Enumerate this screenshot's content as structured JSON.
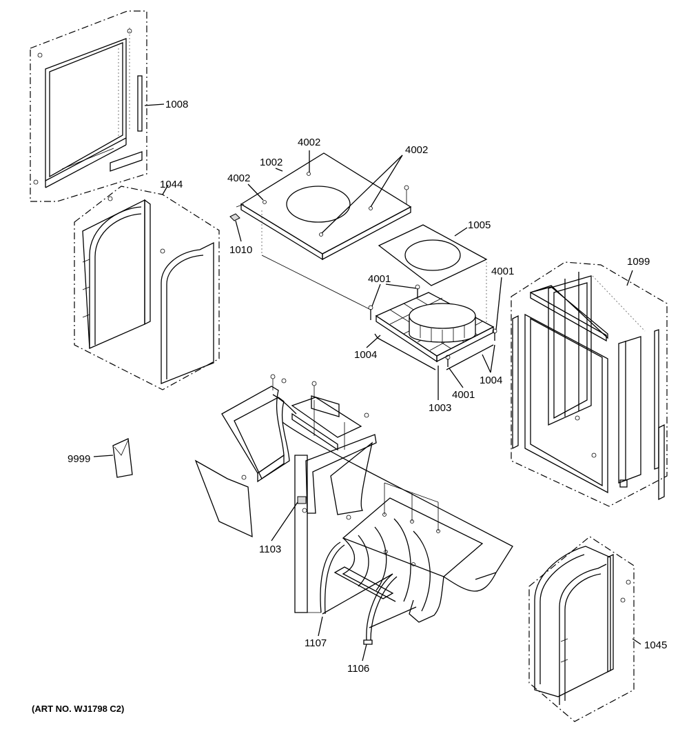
{
  "callouts": {
    "c1008": "1008",
    "c1044": "1044",
    "c1002": "1002",
    "c4002_top": "4002",
    "c4002_left": "4002",
    "c4002_right": "4002",
    "c1010": "1010",
    "c1005": "1005",
    "c4001_left": "4001",
    "c4001_right": "4001",
    "c4001_bottom": "4001",
    "c1004_left": "1004",
    "c1004_right": "1004",
    "c1003": "1003",
    "c1099": "1099",
    "c9999": "9999",
    "c1103": "1103",
    "c1107": "1107",
    "c1106": "1106",
    "c1045": "1045"
  },
  "footer": {
    "art_number": "(ART NO. WJ1798 C2)"
  }
}
